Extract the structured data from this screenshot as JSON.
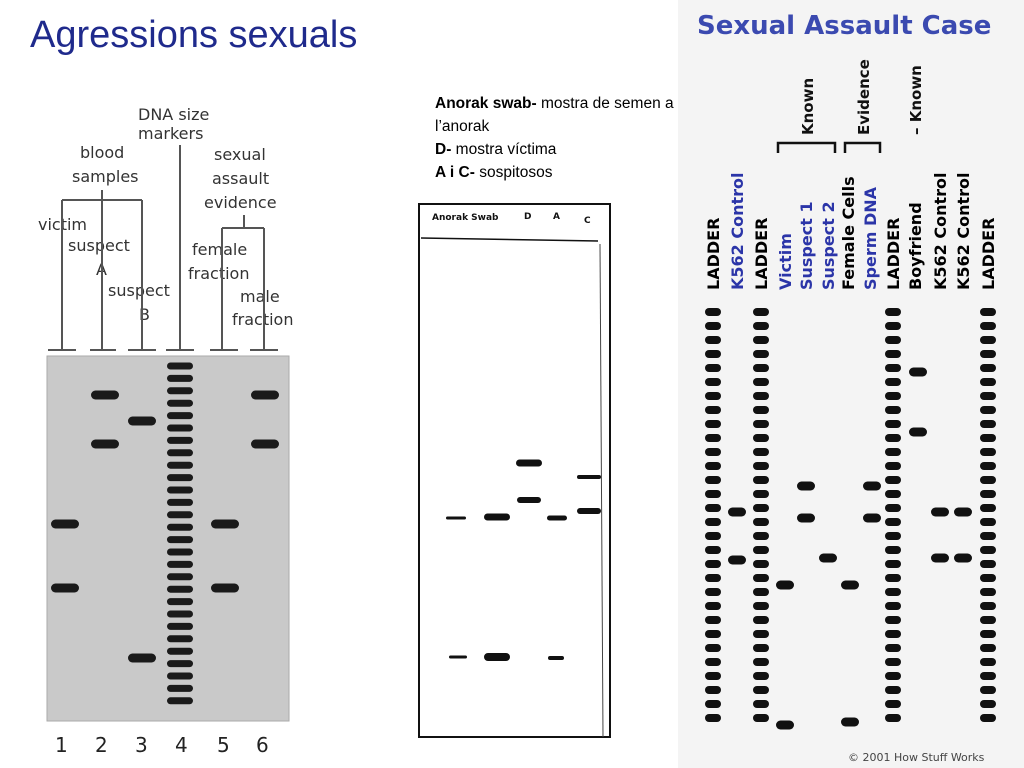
{
  "slide": {
    "title": "Agressions sexuals",
    "caption": [
      {
        "bold": "Anorak swab-",
        "text": " mostra de semen a l’anorak"
      },
      {
        "bold": "D-",
        "text": " mostra víctima"
      },
      {
        "bold": "A i C-",
        "text": " sospitosos"
      }
    ]
  },
  "gel_left": {
    "headers": {
      "dna_markers": [
        "DNA size",
        "markers"
      ],
      "blood_samples": [
        "blood",
        "samples"
      ],
      "sexual_evidence": [
        "sexual",
        "assault",
        "evidence"
      ],
      "victim": "victim",
      "suspect_a": [
        "suspect",
        "A"
      ],
      "suspect_b": [
        "suspect",
        "B"
      ],
      "female_fraction": [
        "female",
        "fraction"
      ],
      "male_fraction": [
        "male",
        "fraction"
      ]
    },
    "lane_numbers": [
      "1",
      "2",
      "3",
      "4",
      "5",
      "6"
    ]
  },
  "gel_middle": {
    "lane_labels": [
      "Anorak Swab",
      "D",
      "A",
      "C"
    ]
  },
  "gel_right": {
    "title": "Sexual Assault Case",
    "lane_labels": [
      {
        "text": "LADDER",
        "color": "#000000"
      },
      {
        "text": "K562 Control",
        "color": "#2b35a8"
      },
      {
        "text": "LADDER",
        "color": "#000000"
      },
      {
        "text": "Victim",
        "color": "#2b35a8"
      },
      {
        "text": "Suspect 1",
        "color": "#2b35a8"
      },
      {
        "text": "Suspect 2",
        "color": "#2b35a8"
      },
      {
        "text": "Female Cells",
        "color": "#000000"
      },
      {
        "text": "Sperm DNA",
        "color": "#2b35a8"
      },
      {
        "text": "LADDER",
        "color": "#000000"
      },
      {
        "text": "Boyfriend",
        "color": "#000000"
      },
      {
        "text": "K562 Control",
        "color": "#000000"
      },
      {
        "text": "K562 Control",
        "color": "#000000"
      },
      {
        "text": "LADDER",
        "color": "#000000"
      }
    ],
    "group_labels": {
      "known_left": "Known",
      "evidence": "Evidence",
      "known_right": "– Known"
    },
    "credit": "© 2001 How Stuff Works"
  }
}
